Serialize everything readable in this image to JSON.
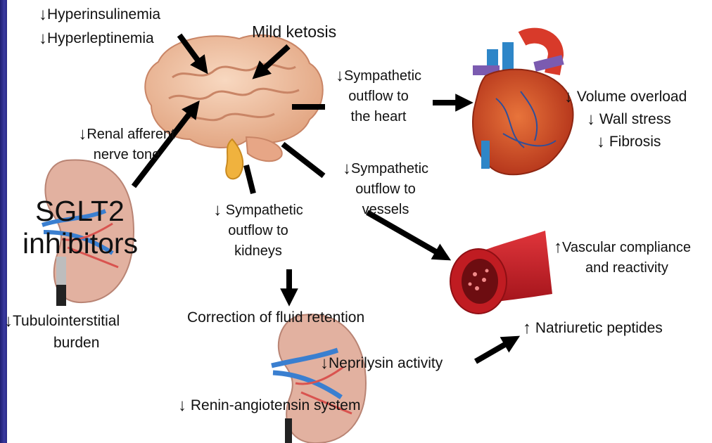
{
  "labels": {
    "hyperinsulinemia": "Hyperinsulinemia",
    "hyperleptinemia": "Hyperleptinemia",
    "mild_ketosis": "Mild ketosis",
    "symp_heart_1": "Sympathetic",
    "symp_heart_2": "outflow to",
    "symp_heart_3": "the heart",
    "volume_overload": "Volume overload",
    "wall_stress": "Wall stress",
    "fibrosis": "Fibrosis",
    "renal_afferent_1": "Renal afferent",
    "renal_afferent_2": "nerve tone",
    "symp_vessels_1": "Sympathetic",
    "symp_vessels_2": "outflow to",
    "symp_vessels_3": "vessels",
    "sglt2_1": "SGLT2",
    "sglt2_2": "inhibitors",
    "symp_kidneys_1": "Sympathetic",
    "symp_kidneys_2": "outflow to",
    "symp_kidneys_3": "kidneys",
    "vascular_1": "Vascular compliance",
    "vascular_2": "and reactivity",
    "tubulo_1": "Tubulointerstitial",
    "tubulo_2": "burden",
    "fluid_retention": "Correction of fluid retention",
    "natriuretic": "Natriuretic peptides",
    "neprilysin": "Neprilysin activity",
    "renin": "Renin-angiotensin system"
  },
  "symbols": {
    "down": "↓",
    "up": "↑"
  },
  "colors": {
    "slide_bg": "#2a2a86",
    "brain": "#f2c3a4",
    "heart": "#c8401f",
    "vessel": "#c81f26",
    "kidney": "#d9a491",
    "arrow": "#000000"
  },
  "icons": [
    "brain-illustration",
    "heart-illustration",
    "kidney-illustration",
    "blood-vessel-illustration"
  ]
}
